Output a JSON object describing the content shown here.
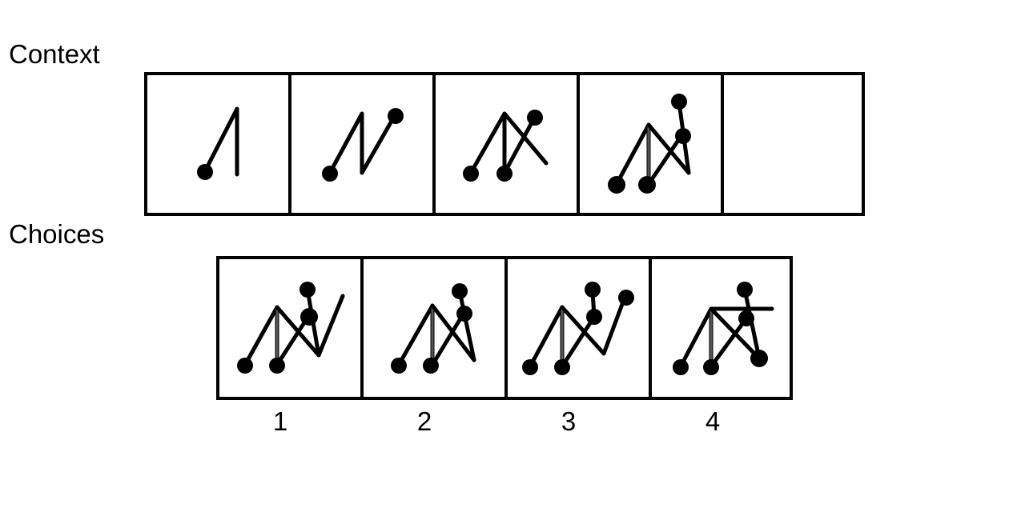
{
  "labels": {
    "context": "Context",
    "choices": "Choices"
  },
  "context_panels": [
    {
      "position": 1,
      "empty": false
    },
    {
      "position": 2,
      "empty": false
    },
    {
      "position": 3,
      "empty": false
    },
    {
      "position": 4,
      "empty": false
    },
    {
      "position": 5,
      "empty": true
    }
  ],
  "choices": [
    {
      "number": "1"
    },
    {
      "number": "2"
    },
    {
      "number": "3"
    },
    {
      "number": "4"
    }
  ]
}
